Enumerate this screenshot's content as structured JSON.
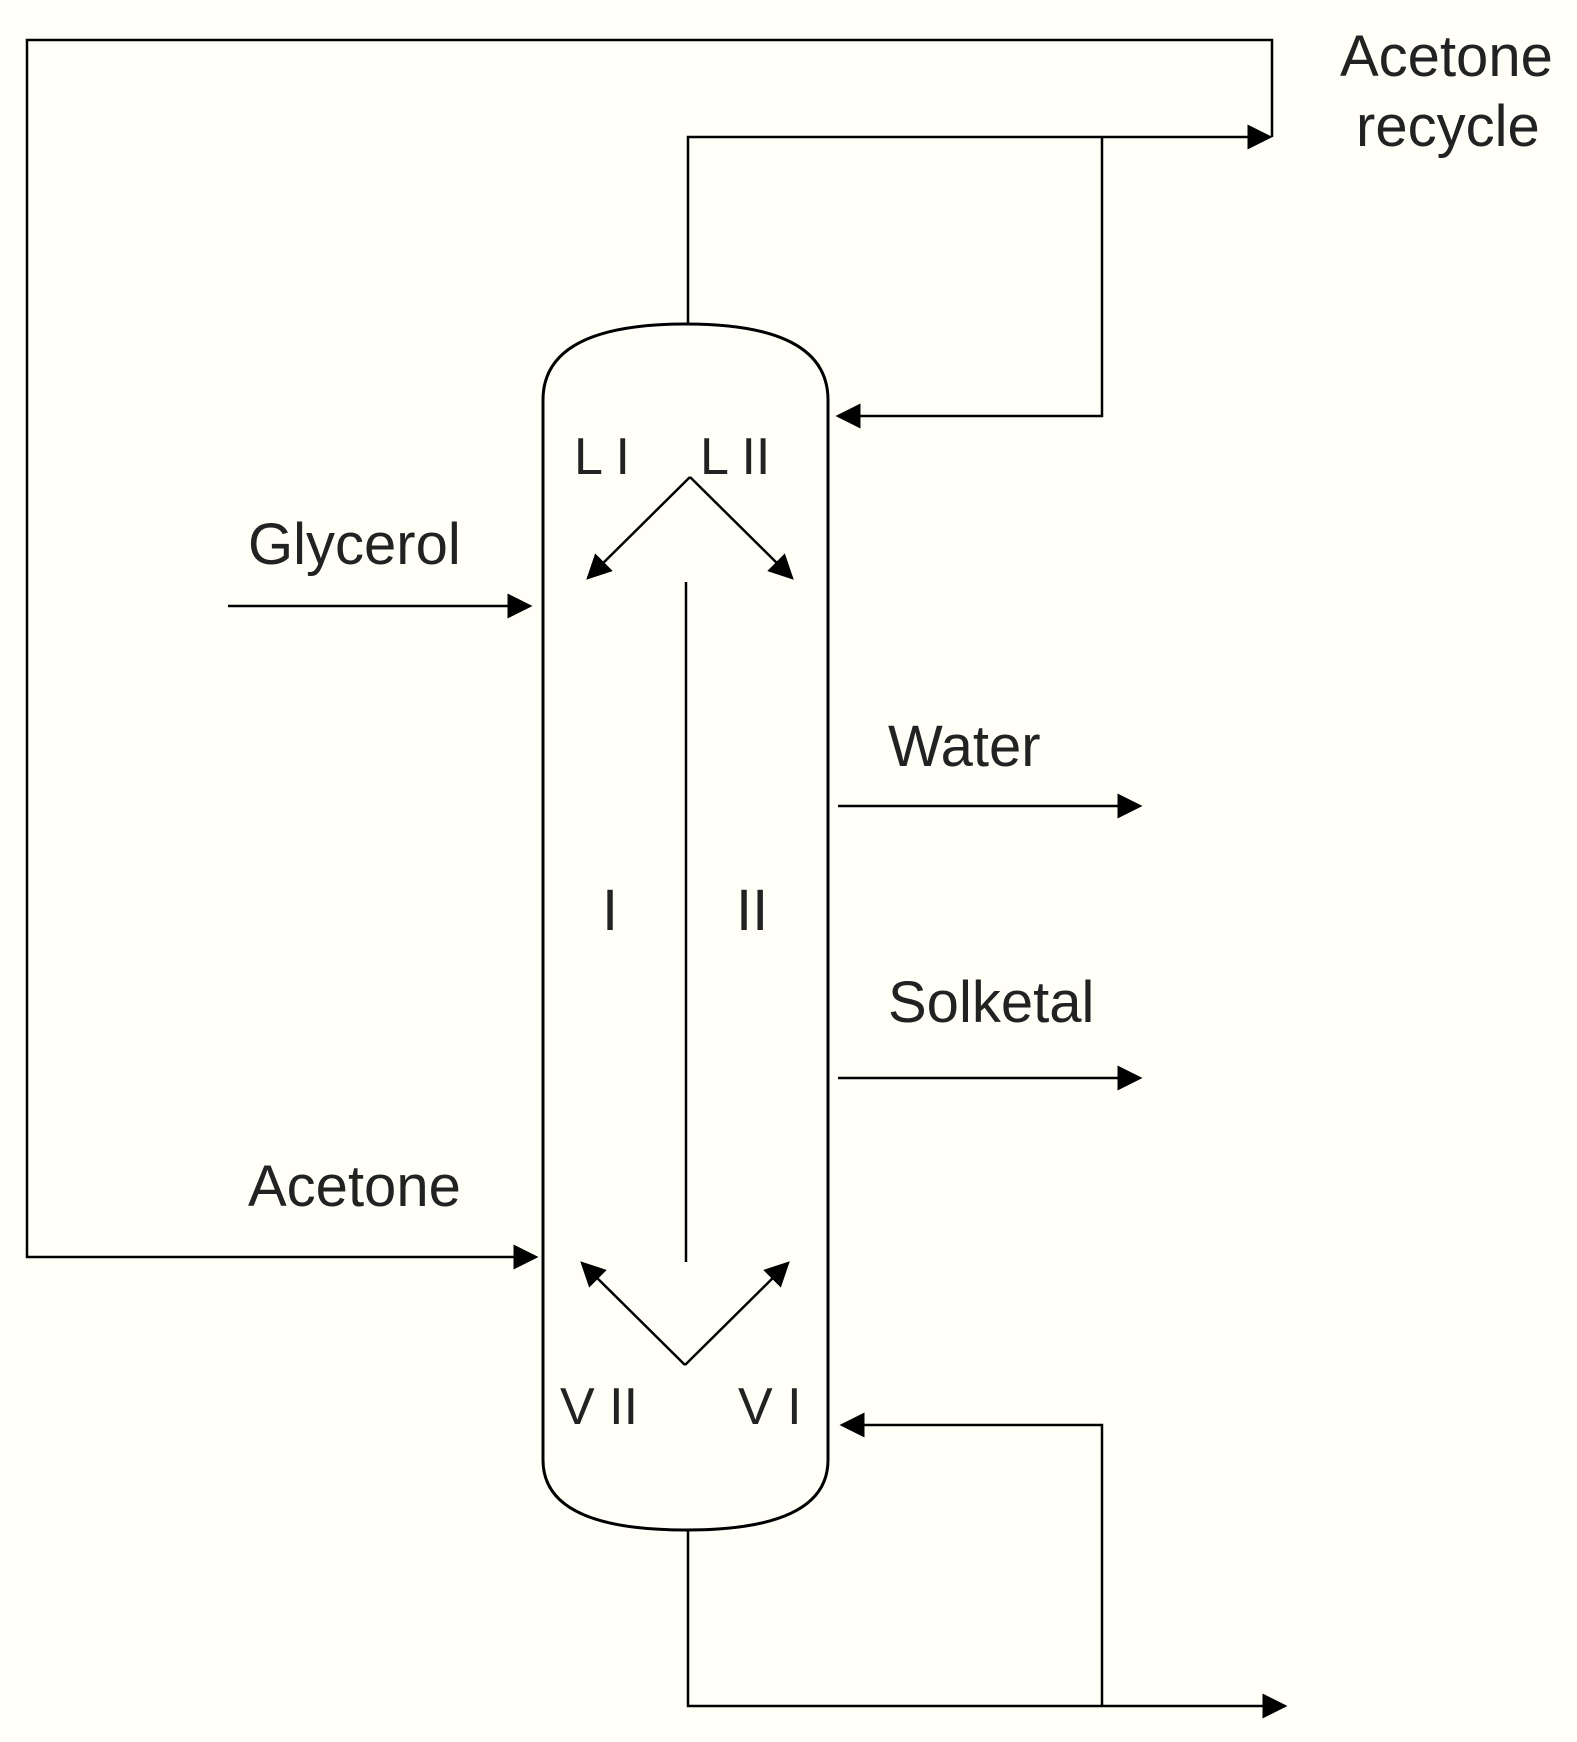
{
  "labels": {
    "acetone_recycle_line1": "Acetone",
    "acetone_recycle_line2": "recycle",
    "glycerol": "Glycerol",
    "acetone": "Acetone",
    "water": "Water",
    "solketal": "Solketal",
    "l1": "L I",
    "l2": "L II",
    "section1": "I",
    "section2": "II",
    "v2": "V II",
    "v1": "V I"
  }
}
